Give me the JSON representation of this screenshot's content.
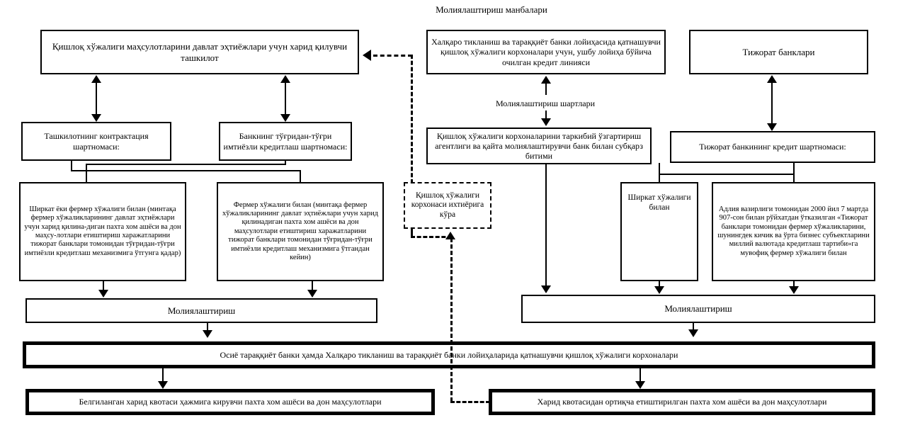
{
  "diagram": {
    "title_label": "Молиялаштириш манбалари",
    "conditions_label": "Молиялаштириш шартлари",
    "boxes": {
      "procurement_org": "Қишлоқ хўжалиги маҳсулотларини давлат эҳтиёжлари учун харид қилувчи ташкилот",
      "ibrd_credit_line": "Халқаро тикланиш ва тараққиёт банки лойиҳасида қатнашувчи қишлоқ хўжалиги корхоналари учун, ушбу лойиҳа бўйича очилган  кредит линияси",
      "commercial_banks": "Тижорат  банклари",
      "contraction_agreement": "Ташкилотнинг  контрактация шартномаси:",
      "bank_direct_preferential": "Банкнинг тўғридан-тўғри имтиёзли кредитлаш шартномаси:",
      "subloan_agreement": "Қишлоқ хўжалиги корхоналарини таркибий ўзгартириш агентлиги ва қайта молиялаштирувчи банк билан субқарз битими",
      "commercial_bank_credit_agreement": "Тижорат банкининг кредит шартномаси:",
      "shirkat_or_farmer": "Ширкат ёки  фермер хўжалиги билан (минтақа фермер хўжаликларининг давлат эҳтиёжлари учун харид қилина-диган пахта хом ашёси ва дон маҳсу-лотлари  етиштириш харажатларини тижорат банклари томонидан тўғридан-тўғри имтиёзли кредитлаш механизмига ўтгунга қадар)",
      "farmer_only": "Фермер хўжалиги билан  (минтақа фермер хўжаликларининг давлат эҳтиёжлари учун харид қилинадиган пахта хом ашёси ва дон маҳсулотлари етиштириш харажатларини тижорат банклари томонидан тўғридан-тўғри имтиёзли кредитлаш механизмига ўтгандан кейин)",
      "enterprise_choice": "Қишлоқ хўжалиги корхонаси ихтиёрига кўра",
      "shirkat_farm": "Ширкат хўжалиги билан",
      "ministry_justice": "Адлия вазирлиги томонидан 2000 йил 7 мартда 907-сон билан рўйхатдан ўтказилган «Тижорат банклари томонидан фермер хўжаликларини, шунингдек кичик ва ўрта бизнес субъектларини миллий валютада кредитлаш тартиби»га мувофиқ фермер хўжалиги билан",
      "financing_left": "Молиялаштириш",
      "financing_right": "Молиялаштириш",
      "participating_enterprises": "Осиё тараққиёт банки ҳамда Халқаро тикланиш ва тараққиёт банки лойиҳаларида қатнашувчи қишлоқ хўжалиги корхоналари",
      "within_quota": "Белгиланган харид квотаси ҳажмига кирувчи пахта хом ашёси ва дон маҳсулотлари",
      "above_quota": "Харид квотасидан ортиқча етиштирилган пахта хом ашёси ва дон маҳсулотлари"
    },
    "colors": {
      "stroke": "#000000",
      "background": "#ffffff"
    }
  }
}
